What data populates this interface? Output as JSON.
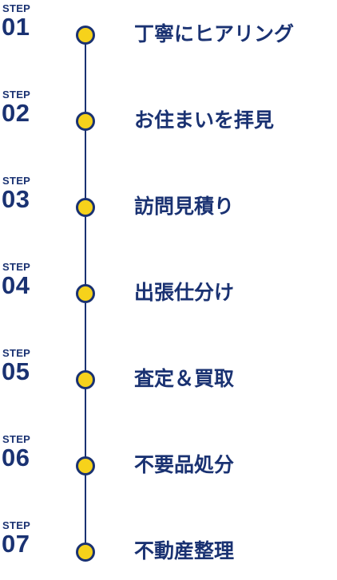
{
  "colors": {
    "navy": "#1a3272",
    "dot_fill": "#f6d21b",
    "background": "#ffffff"
  },
  "steps": [
    {
      "label": "STEP",
      "number": "01",
      "title": "丁寧にヒアリング"
    },
    {
      "label": "STEP",
      "number": "02",
      "title": "お住まいを拝見"
    },
    {
      "label": "STEP",
      "number": "03",
      "title": "訪問見積り"
    },
    {
      "label": "STEP",
      "number": "04",
      "title": "出張仕分け"
    },
    {
      "label": "STEP",
      "number": "05",
      "title": "査定＆買取"
    },
    {
      "label": "STEP",
      "number": "06",
      "title": "不要品処分"
    },
    {
      "label": "STEP",
      "number": "07",
      "title": "不動産整理"
    }
  ]
}
